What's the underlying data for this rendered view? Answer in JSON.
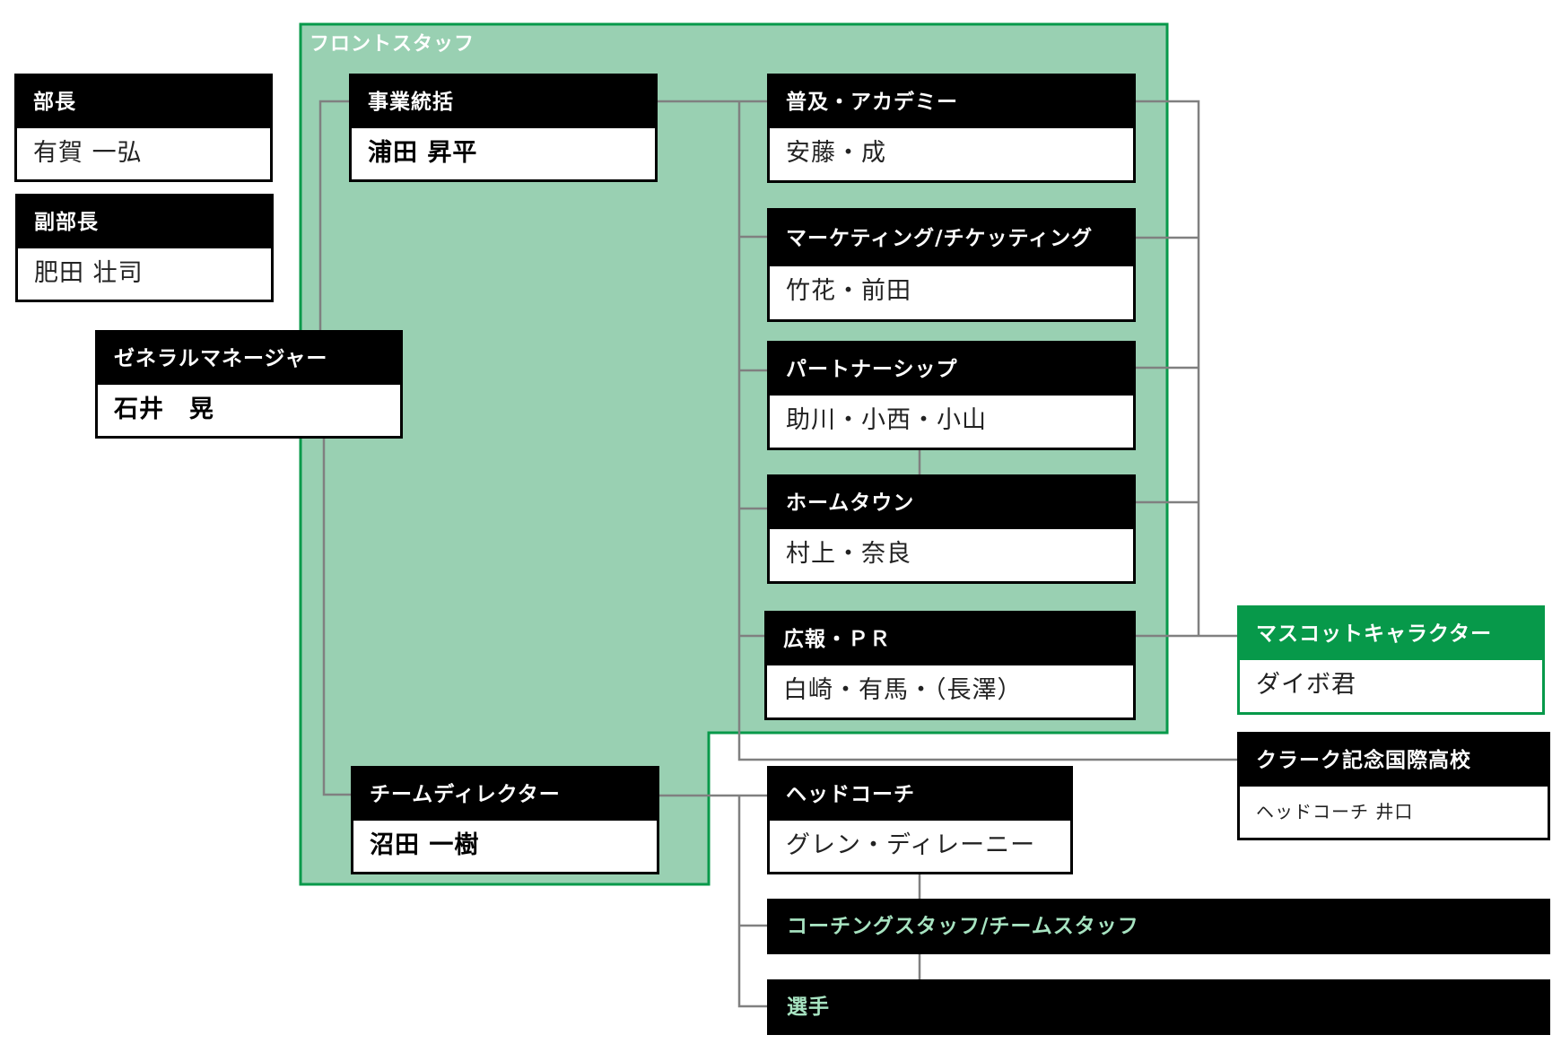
{
  "front_staff": {
    "title": "フロントスタッフ"
  },
  "colors": {
    "front_area_fill": "#99d0b2",
    "front_area_border": "#07994a",
    "header_black": "#000000",
    "header_green": "#07994a",
    "connector": "#808080",
    "bar_text": "#a7e3c1"
  },
  "boxes": {
    "director": {
      "role": "部長",
      "name": "有賀 一弘"
    },
    "deputy_director": {
      "role": "副部長",
      "name": "肥田 壮司"
    },
    "general_manager": {
      "role": "ゼネラルマネージャー",
      "name": "石井　晃"
    },
    "business_head": {
      "role": "事業統括",
      "name": "浦田 昇平"
    },
    "team_director": {
      "role": "チームディレクター",
      "name": "沼田 一樹"
    },
    "academy": {
      "role": "普及・アカデミー",
      "name": "安藤・成"
    },
    "marketing": {
      "role": "マーケティング/チケッティング",
      "name": "竹花・前田"
    },
    "partnership": {
      "role": "パートナーシップ",
      "name": "助川・小西・小山"
    },
    "hometown": {
      "role": "ホームタウン",
      "name": "村上・奈良"
    },
    "pr": {
      "role": "広報・ＰＲ",
      "name": "白崎・有馬・（長澤）"
    },
    "mascot": {
      "role": "マスコットキャラクター",
      "name": "ダイボ君"
    },
    "clark": {
      "role": "クラーク記念国際高校",
      "name": "ヘッドコーチ 井口"
    },
    "head_coach": {
      "role": "ヘッドコーチ",
      "name": "グレン・ディレーニー"
    }
  },
  "bars": {
    "coaching_staff": "コーチングスタッフ/チームスタッフ",
    "players": "選手"
  }
}
